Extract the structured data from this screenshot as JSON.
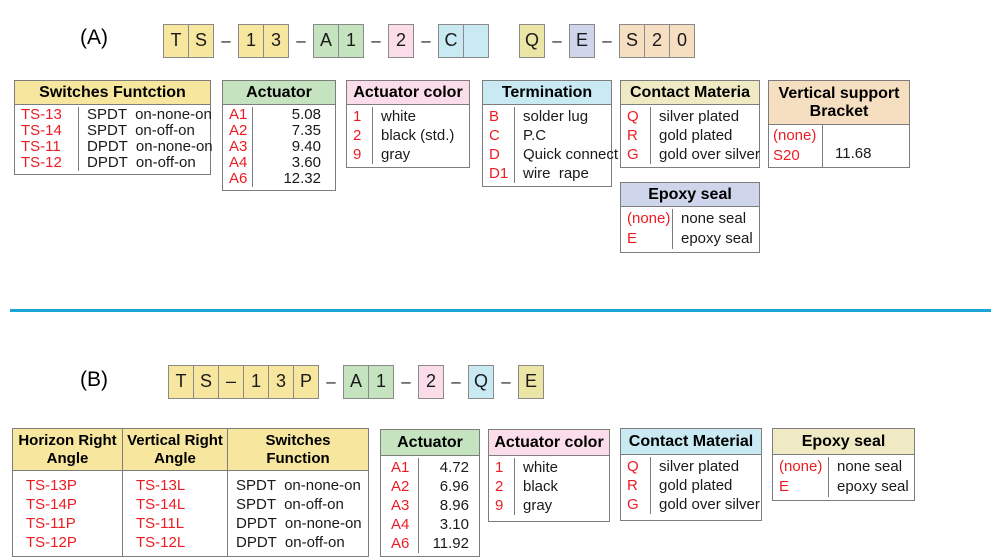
{
  "colors": {
    "yellow": "#F7E79E",
    "green": "#C6E3BF",
    "pink": "#FADDE9",
    "blue": "#C9E9F3",
    "khaki_box": "#ECE6A6",
    "khaki_header": "#EFEAC4",
    "lavender": "#CFD6EC",
    "peach": "#F6DEC1",
    "red": "#ED1C24",
    "border": "#7D7D7D",
    "box_border": "#8A8A8A",
    "divider": "#1BA6D7"
  },
  "dash": "–",
  "a": {
    "label": "(A)",
    "part": [
      "T",
      "S",
      "1",
      "3",
      "A",
      "1",
      "2",
      "C",
      "",
      "Q",
      "E",
      "S",
      "2",
      "0"
    ],
    "switches": {
      "title": "Switches Funtction",
      "rows": [
        {
          "code": "TS-13",
          "desc": "SPDT  on-none-on"
        },
        {
          "code": "TS-14",
          "desc": "SPDT  on-off-on"
        },
        {
          "code": "TS-11",
          "desc": "DPDT  on-none-on"
        },
        {
          "code": "TS-12",
          "desc": "DPDT  on-off-on"
        }
      ]
    },
    "actuator": {
      "title": "Actuator",
      "rows": [
        {
          "code": "A1",
          "value": "5.08"
        },
        {
          "code": "A2",
          "value": "7.35"
        },
        {
          "code": "A3",
          "value": "9.40"
        },
        {
          "code": "A4",
          "value": "3.60"
        },
        {
          "code": "A6",
          "value": "12.32"
        }
      ]
    },
    "actuator_color": {
      "title": "Actuator color",
      "rows": [
        {
          "code": "1",
          "desc": "white"
        },
        {
          "code": "2",
          "desc": "black (std.)"
        },
        {
          "code": "9",
          "desc": "gray"
        }
      ]
    },
    "termination": {
      "title": "Termination",
      "rows": [
        {
          "code": "B",
          "desc": "solder lug"
        },
        {
          "code": "C",
          "desc": "P.C"
        },
        {
          "code": "D",
          "desc": "Quick connect"
        },
        {
          "code": "D1",
          "desc": "wire  rape"
        }
      ]
    },
    "contact": {
      "title": "Contact Materia",
      "rows": [
        {
          "code": "Q",
          "desc": "silver plated"
        },
        {
          "code": "R",
          "desc": "gold plated"
        },
        {
          "code": "G",
          "desc": "gold over silver"
        }
      ]
    },
    "bracket": {
      "title": "Vertical support Bracket",
      "none_code": "(none)",
      "code": "S20",
      "value": "11.68"
    },
    "epoxy": {
      "title": "Epoxy seal",
      "rows": [
        {
          "code": "(none)",
          "desc": "none seal"
        },
        {
          "code": "E",
          "desc": "epoxy seal"
        }
      ]
    }
  },
  "b": {
    "label": "(B)",
    "part": [
      "T",
      "S",
      "–",
      "1",
      "3",
      "P",
      "A",
      "1",
      "2",
      "Q",
      "E"
    ],
    "angles": {
      "headers": [
        "Horizon Right Angle",
        "Vertical Right Angle",
        "Switches Function"
      ],
      "rows": [
        [
          "TS-13P",
          "TS-13L",
          "SPDT  on-none-on"
        ],
        [
          "TS-14P",
          "TS-14L",
          "SPDT  on-off-on"
        ],
        [
          "TS-11P",
          "TS-11L",
          "DPDT  on-none-on"
        ],
        [
          "TS-12P",
          "TS-12L",
          "DPDT  on-off-on"
        ]
      ]
    },
    "actuator": {
      "title": "Actuator",
      "rows": [
        {
          "code": "A1",
          "value": "4.72"
        },
        {
          "code": "A2",
          "value": "6.96"
        },
        {
          "code": "A3",
          "value": "8.96"
        },
        {
          "code": "A4",
          "value": "3.10"
        },
        {
          "code": "A6",
          "value": "11.92"
        }
      ]
    },
    "actuator_color": {
      "title": "Actuator color",
      "rows": [
        {
          "code": "1",
          "desc": "white"
        },
        {
          "code": "2",
          "desc": "black"
        },
        {
          "code": "9",
          "desc": "gray"
        }
      ]
    },
    "contact": {
      "title": "Contact Material",
      "rows": [
        {
          "code": "Q",
          "desc": "silver plated"
        },
        {
          "code": "R",
          "desc": "gold plated"
        },
        {
          "code": "G",
          "desc": "gold over silver"
        }
      ]
    },
    "epoxy": {
      "title": "Epoxy seal",
      "rows": [
        {
          "code": "(none)",
          "desc": "none seal"
        },
        {
          "code": "E",
          "desc": "epoxy seal"
        }
      ]
    }
  }
}
